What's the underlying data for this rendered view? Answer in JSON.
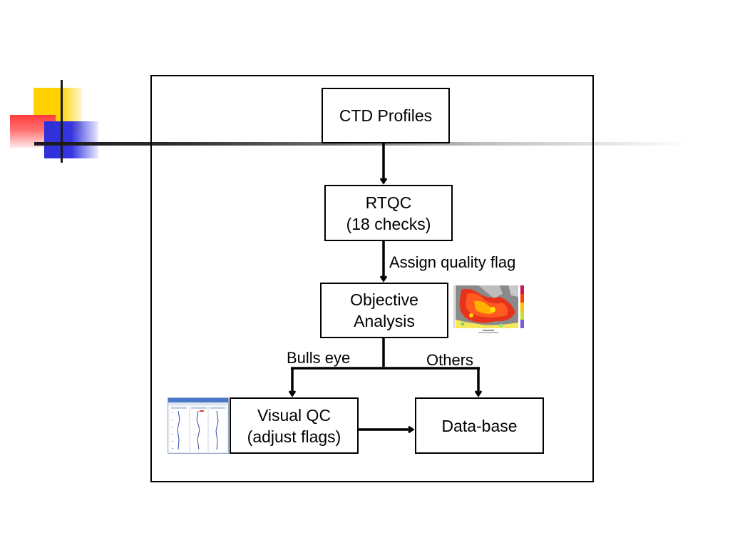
{
  "diagram": {
    "nodes": {
      "ctd": {
        "lines": [
          "CTD Profiles"
        ]
      },
      "rtqc": {
        "lines": [
          "RTQC",
          "(18 checks)"
        ]
      },
      "objective": {
        "lines": [
          "Objective",
          "Analysis"
        ]
      },
      "visual_qc": {
        "lines": [
          "Visual QC",
          "(adjust flags)"
        ]
      },
      "database": {
        "lines": [
          "Data-base"
        ]
      }
    },
    "edge_labels": {
      "assign_flag": "Assign quality flag",
      "bulls_eye": "Bulls eye",
      "others": "Others"
    },
    "edges": [
      {
        "from": "ctd",
        "to": "rtqc"
      },
      {
        "from": "rtqc",
        "to": "objective",
        "label": "Assign quality flag"
      },
      {
        "from": "objective",
        "to": "visual_qc",
        "label": "Bulls eye"
      },
      {
        "from": "objective",
        "to": "database",
        "label": "Others"
      },
      {
        "from": "visual_qc",
        "to": "database"
      }
    ]
  },
  "colors": {
    "ornament_yellow": "#ffd200",
    "ornament_red": "#ff3b3b",
    "ornament_blue": "#2f2fd8",
    "stroke": "#000000"
  },
  "images": {
    "map_thumbnail": "objective-analysis-map-thumbnail",
    "screenshot_thumbnail": "visual-qc-software-thumbnail"
  }
}
